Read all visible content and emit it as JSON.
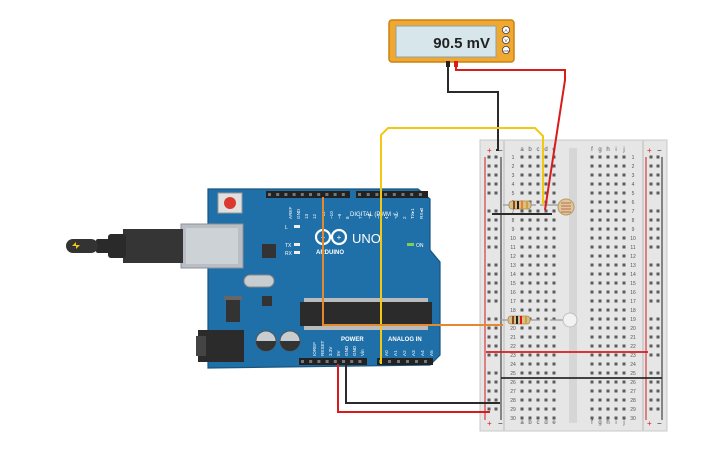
{
  "multimeter": {
    "reading": "90.5 mV",
    "terminals": [
      "A",
      "V",
      "COM"
    ]
  },
  "arduino": {
    "logo_text": "UNO",
    "brand": "ARDUINO",
    "on_label": "ON",
    "digital_label": "DIGITAL (PWM ~)",
    "power_label": "POWER",
    "analog_label": "ANALOG IN",
    "top_pins": [
      "AREF",
      "GND",
      "13",
      "12",
      "~11",
      "~10",
      "~9",
      "8",
      "7",
      "~6",
      "~5",
      "4",
      "~3",
      "2",
      "TX▸1",
      "RX◂0"
    ],
    "power_pins": [
      "IOREF",
      "RESET",
      "3.3V",
      "5V",
      "GND",
      "GND",
      "Vin"
    ],
    "analog_pins": [
      "A0",
      "A1",
      "A2",
      "A3",
      "A4",
      "A5"
    ],
    "led_labels": [
      "L",
      "TX",
      "RX"
    ]
  },
  "breadboard": {
    "columns_left": [
      "a",
      "b",
      "c",
      "d",
      "e"
    ],
    "columns_right": [
      "f",
      "g",
      "h",
      "i",
      "j"
    ],
    "rail_plus": "+",
    "rail_minus": "−",
    "row_count": 30
  },
  "colors": {
    "board_blue": "#1f6fa8",
    "wire_red": "#d81b1b",
    "wire_black": "#2a2a2a",
    "wire_yellow": "#f2c811",
    "wire_orange": "#e5892f",
    "multimeter_frame": "#f0a830",
    "multimeter_screen": "#d7e6ea"
  }
}
